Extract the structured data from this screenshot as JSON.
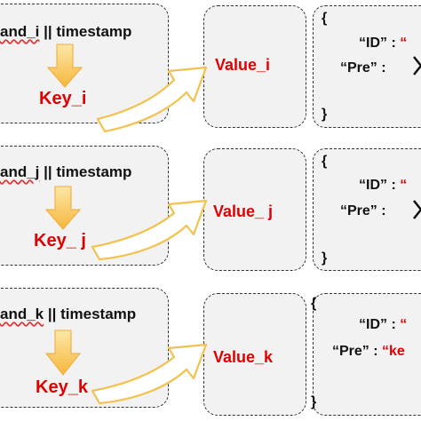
{
  "rows": [
    {
      "source": {
        "id_part": "and_i",
        "separator": "||",
        "suffix": "timestamp"
      },
      "key": "Key_i",
      "value": "Value_i",
      "json": {
        "open": "{",
        "close": "}",
        "id_label": "“ID” :",
        "id_value": "“",
        "pre_label": "“Pre” :",
        "pre_value": ""
      }
    },
    {
      "source": {
        "id_part": "and_j",
        "separator": "||",
        "suffix": "timestamp"
      },
      "key": "Key_ j",
      "value": "Value_ j",
      "json": {
        "open": "{",
        "close": "}",
        "id_label": "“ID” :",
        "id_value": "“",
        "pre_label": "“Pre” :",
        "pre_value": ""
      }
    },
    {
      "source": {
        "id_part": "and_k",
        "separator": "||",
        "suffix": "timestamp"
      },
      "key": "Key_k",
      "value": "Value_k",
      "json": {
        "open": "{",
        "close": "}",
        "id_label": "“ID” :",
        "id_value": "“",
        "pre_label": "“Pre” :",
        "pre_value": "“ke"
      }
    }
  ],
  "colors": {
    "key_red": "#e00000",
    "arrow_fill": "#ffd966",
    "arrow_stroke": "#f0a830",
    "hollow_arrow_stroke": "#f2c14e"
  }
}
